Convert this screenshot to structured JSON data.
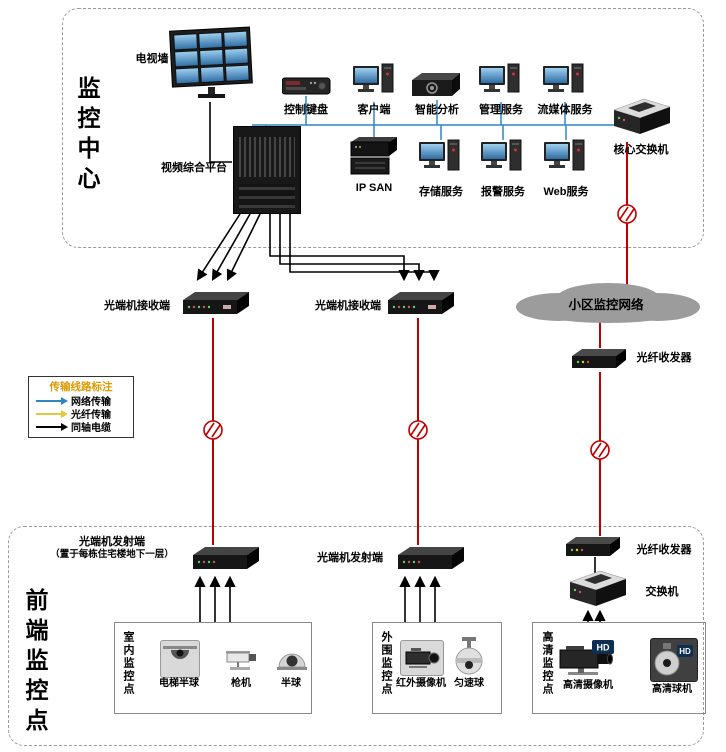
{
  "regions": {
    "monitoring_center_label": "监控中心",
    "frontend_label": "前端监控点"
  },
  "center": {
    "tv_wall": "电视墙",
    "control_keyboard": "控制键盘",
    "client": "客户端",
    "intelligent_analysis": "智能分析",
    "management_service": "管理服务",
    "streaming_service": "流媒体服务",
    "core_switch": "核心交换机",
    "video_platform": "视频综合平台",
    "ip_san": "IP SAN",
    "storage_service": "存储服务",
    "alarm_service": "报警服务",
    "web_service": "Web服务"
  },
  "middle": {
    "receiver_left": "光端机接收端",
    "receiver_right": "光端机接收端",
    "cloud": "小区监控网络",
    "fiber_transceiver": "光纤收发器"
  },
  "legend": {
    "title": "传输线路标注",
    "items": [
      {
        "label": "网络传输",
        "color": "#2e86c8"
      },
      {
        "label": "光纤传输",
        "color": "#e3c93c"
      },
      {
        "label": "同轴电缆",
        "color": "#000000"
      }
    ]
  },
  "frontend": {
    "transmitter_left": "光端机发射端",
    "transmitter_left_note": "（置于每栋住宅楼地下一层）",
    "transmitter_right": "光端机发射端",
    "fiber_transceiver": "光纤收发器",
    "switch_label": "交换机",
    "indoor": {
      "label": "室内监控点",
      "cam1": "电梯半球",
      "cam2": "枪机",
      "cam3": "半球"
    },
    "perimeter": {
      "label": "外围监控点",
      "cam1": "红外摄像机",
      "cam2": "匀速球"
    },
    "hd": {
      "label": "高清监控点",
      "cam1": "高清摄像机",
      "cam2": "高清球机"
    }
  },
  "badges": {
    "hd": "HD"
  },
  "colors": {
    "network": "#2e86c8",
    "fiber": "#c00000",
    "coax": "#000000"
  }
}
